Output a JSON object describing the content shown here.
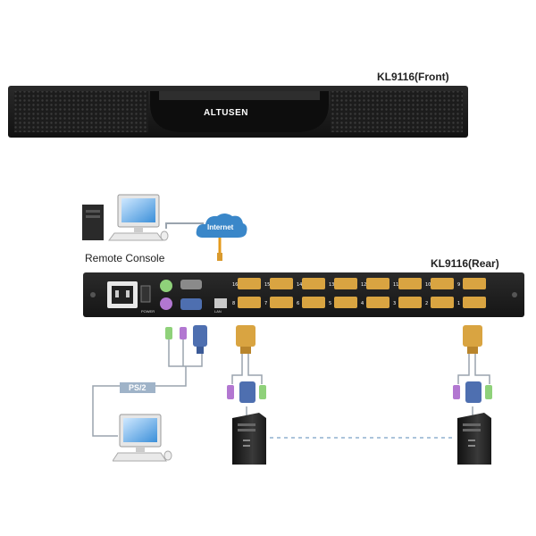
{
  "front": {
    "title": "KL9116(Front)",
    "brand": "ALTUSEN"
  },
  "rear": {
    "title": "KL9116(Rear)",
    "top_ports": [
      "16",
      "15",
      "14",
      "13",
      "12",
      "11",
      "10",
      "9"
    ],
    "bottom_ports": [
      "8",
      "7",
      "6",
      "5",
      "4",
      "3",
      "2",
      "1"
    ],
    "power_label": "POWER",
    "lan_label": "LAN"
  },
  "remote": {
    "label": "Remote Console",
    "internet_label": "Internet"
  },
  "local": {
    "ps2_label": "PS/2"
  },
  "colors": {
    "panel": "#1e1e1e",
    "port_orange": "#d9a441",
    "cable_gray": "#9aa4ae",
    "internet_blue": "#3a87c9",
    "orange_cable": "#e59a1b"
  }
}
